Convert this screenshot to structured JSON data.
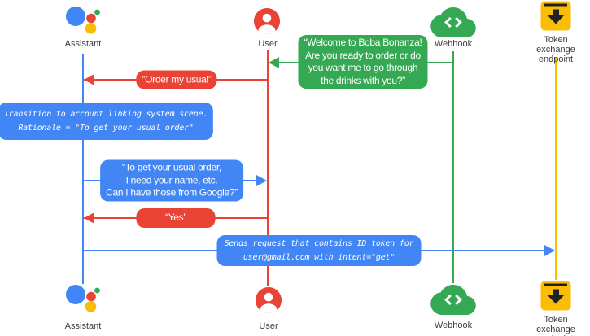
{
  "actors": [
    {
      "id": "assistant",
      "label": "Assistant",
      "color": "#4285F4"
    },
    {
      "id": "user",
      "label": "User",
      "color": "#EA4335"
    },
    {
      "id": "webhook",
      "label": "Webhook",
      "color": "#34A853"
    },
    {
      "id": "token-endpoint",
      "label": "Token exchange\nendpoint",
      "color": "#FBBC04"
    }
  ],
  "messages": [
    {
      "id": "welcome",
      "from": "webhook",
      "to": "user",
      "kind": "speech",
      "color": "#34A853",
      "text": "“Welcome to Boba Bonanza!\nAre you ready to order or do\nyou want me to go through\nthe drinks with you?”"
    },
    {
      "id": "order-my-usual",
      "from": "user",
      "to": "assistant",
      "kind": "speech",
      "color": "#EA4335",
      "text": "“Order my usual”"
    },
    {
      "id": "transition-note",
      "on": "assistant",
      "kind": "note",
      "color": "#4285F4",
      "text": "Transition to account linking system scene.\nRationale = \"To get your usual order\""
    },
    {
      "id": "ask-for-info",
      "from": "assistant",
      "to": "user",
      "kind": "speech",
      "color": "#4285F4",
      "text": "“To get your usual order,\nI need your name, etc.\nCan I have those from Google?”"
    },
    {
      "id": "yes",
      "from": "user",
      "to": "assistant",
      "kind": "speech",
      "color": "#EA4335",
      "text": "“Yes”"
    },
    {
      "id": "sends-request",
      "from": "assistant",
      "to": "token-endpoint",
      "kind": "note",
      "color": "#4285F4",
      "text": "Sends request that contains ID token for\nuser@gmail.com with intent=\"get\""
    }
  ]
}
